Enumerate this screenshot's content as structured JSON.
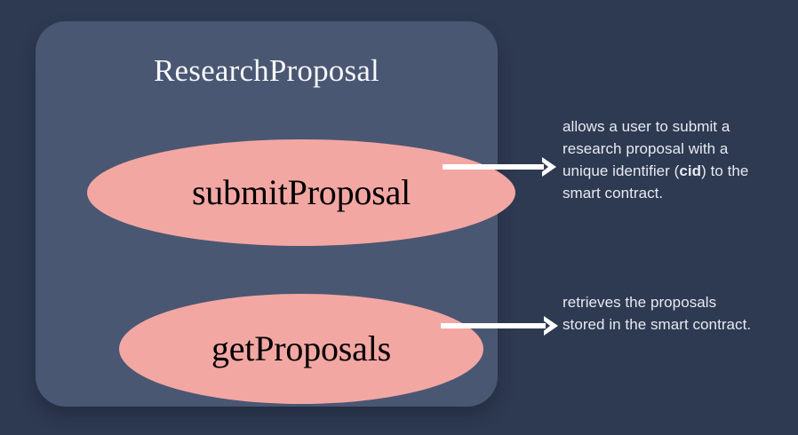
{
  "colors": {
    "page_background": "#2e3a52",
    "card_background": "#4a5773",
    "node_fill": "#f3a7a3",
    "node_text": "#000000",
    "title_text": "#f6f7fa",
    "description_text": "#e7eaf0",
    "arrow": "#ffffff"
  },
  "diagram": {
    "title": "ResearchProposal",
    "nodes": [
      {
        "id": "submitProposal",
        "label": "submitProposal",
        "shape": "ellipse",
        "arrow_icon": "arrow-right-icon",
        "description_parts": [
          {
            "text": "allows a user to submit a research proposal with a unique identifier (",
            "bold": false
          },
          {
            "text": "cid",
            "bold": true
          },
          {
            "text": ") to the smart contract.",
            "bold": false
          }
        ],
        "description_plain": "allows a user to submit a research proposal with a unique identifier (cid) to the smart contract."
      },
      {
        "id": "getProposals",
        "label": "getProposals",
        "shape": "ellipse",
        "arrow_icon": "arrow-right-icon",
        "description_parts": [
          {
            "text": "retrieves the proposals stored in the smart contract.",
            "bold": false
          }
        ],
        "description_plain": "retrieves the proposals stored in the smart contract."
      }
    ]
  }
}
